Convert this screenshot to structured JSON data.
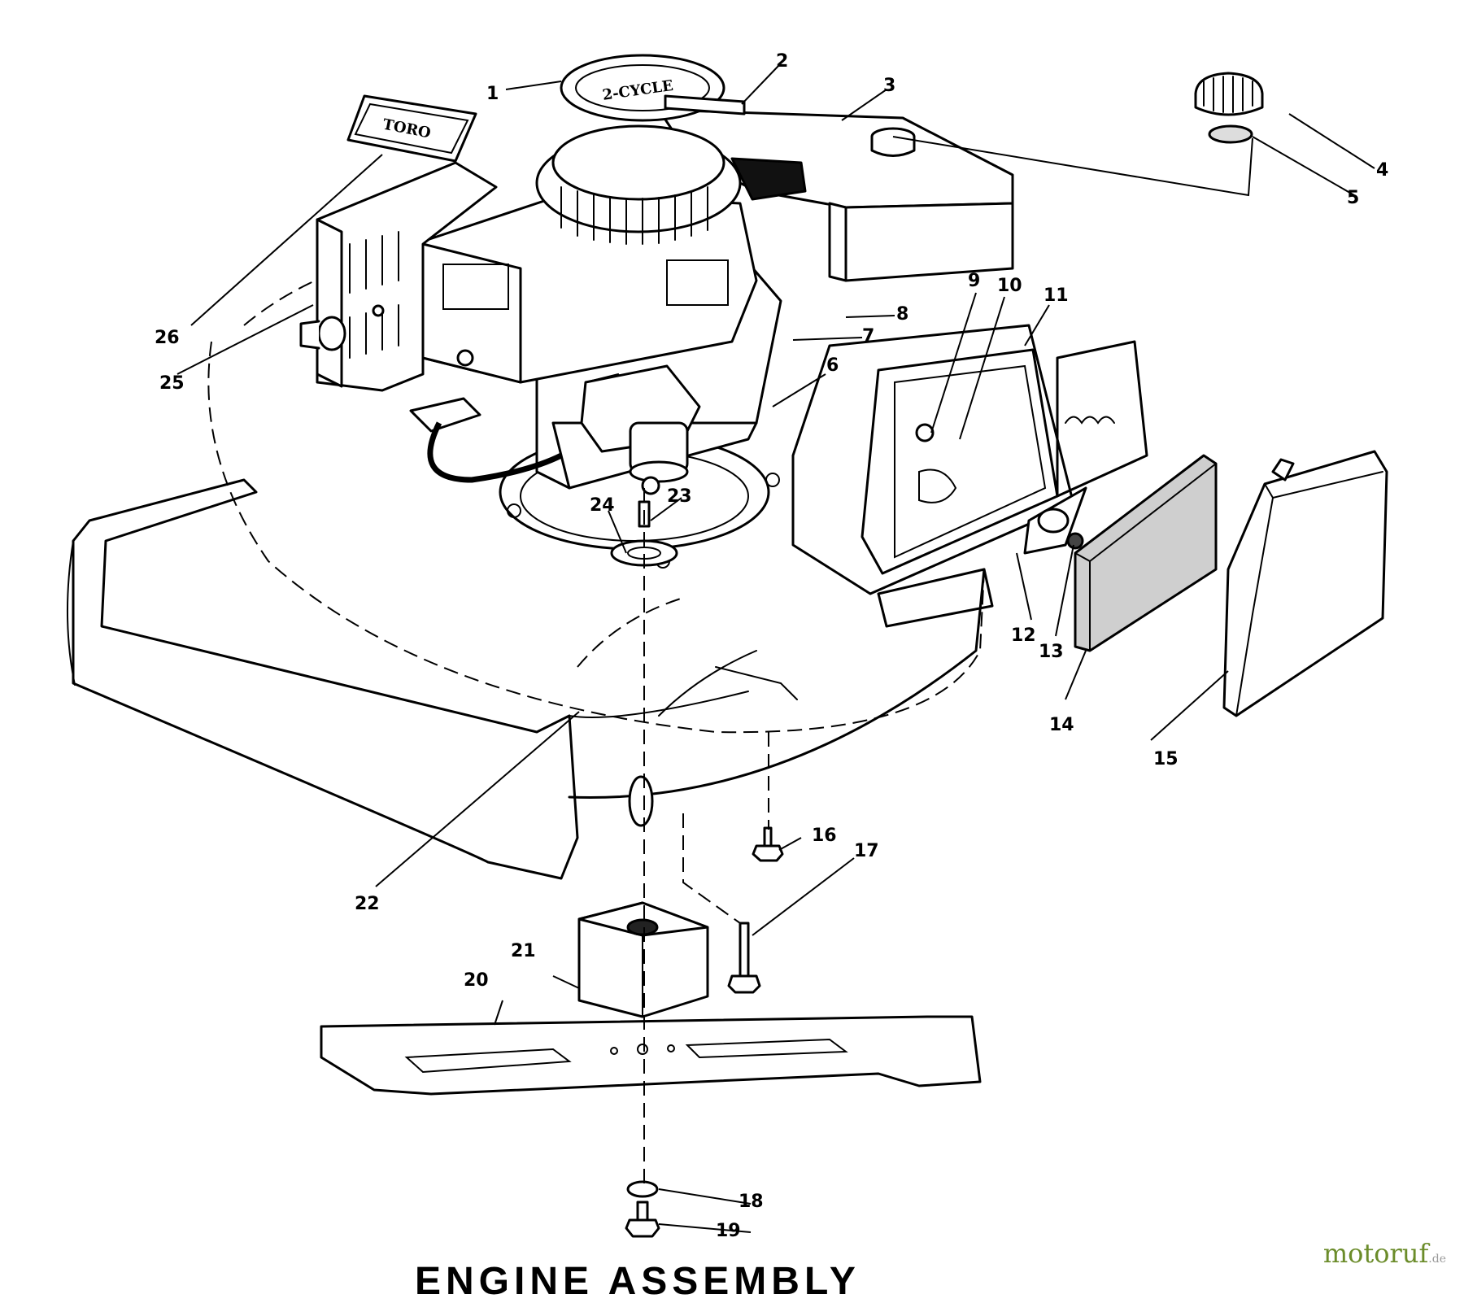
{
  "diagram": {
    "callouts": [
      "1",
      "2",
      "3",
      "4",
      "5",
      "6",
      "7",
      "8",
      "9",
      "10",
      "11",
      "12",
      "13",
      "14",
      "15",
      "16",
      "17",
      "18",
      "19",
      "20",
      "21",
      "22",
      "23",
      "24",
      "25",
      "26"
    ],
    "decals": {
      "brand": "TORO",
      "engine": "2-CYCLE"
    },
    "footer_title": "ENGINE ASSEMBLY",
    "watermark": {
      "name": "motoruf",
      "tld": ".de"
    }
  }
}
